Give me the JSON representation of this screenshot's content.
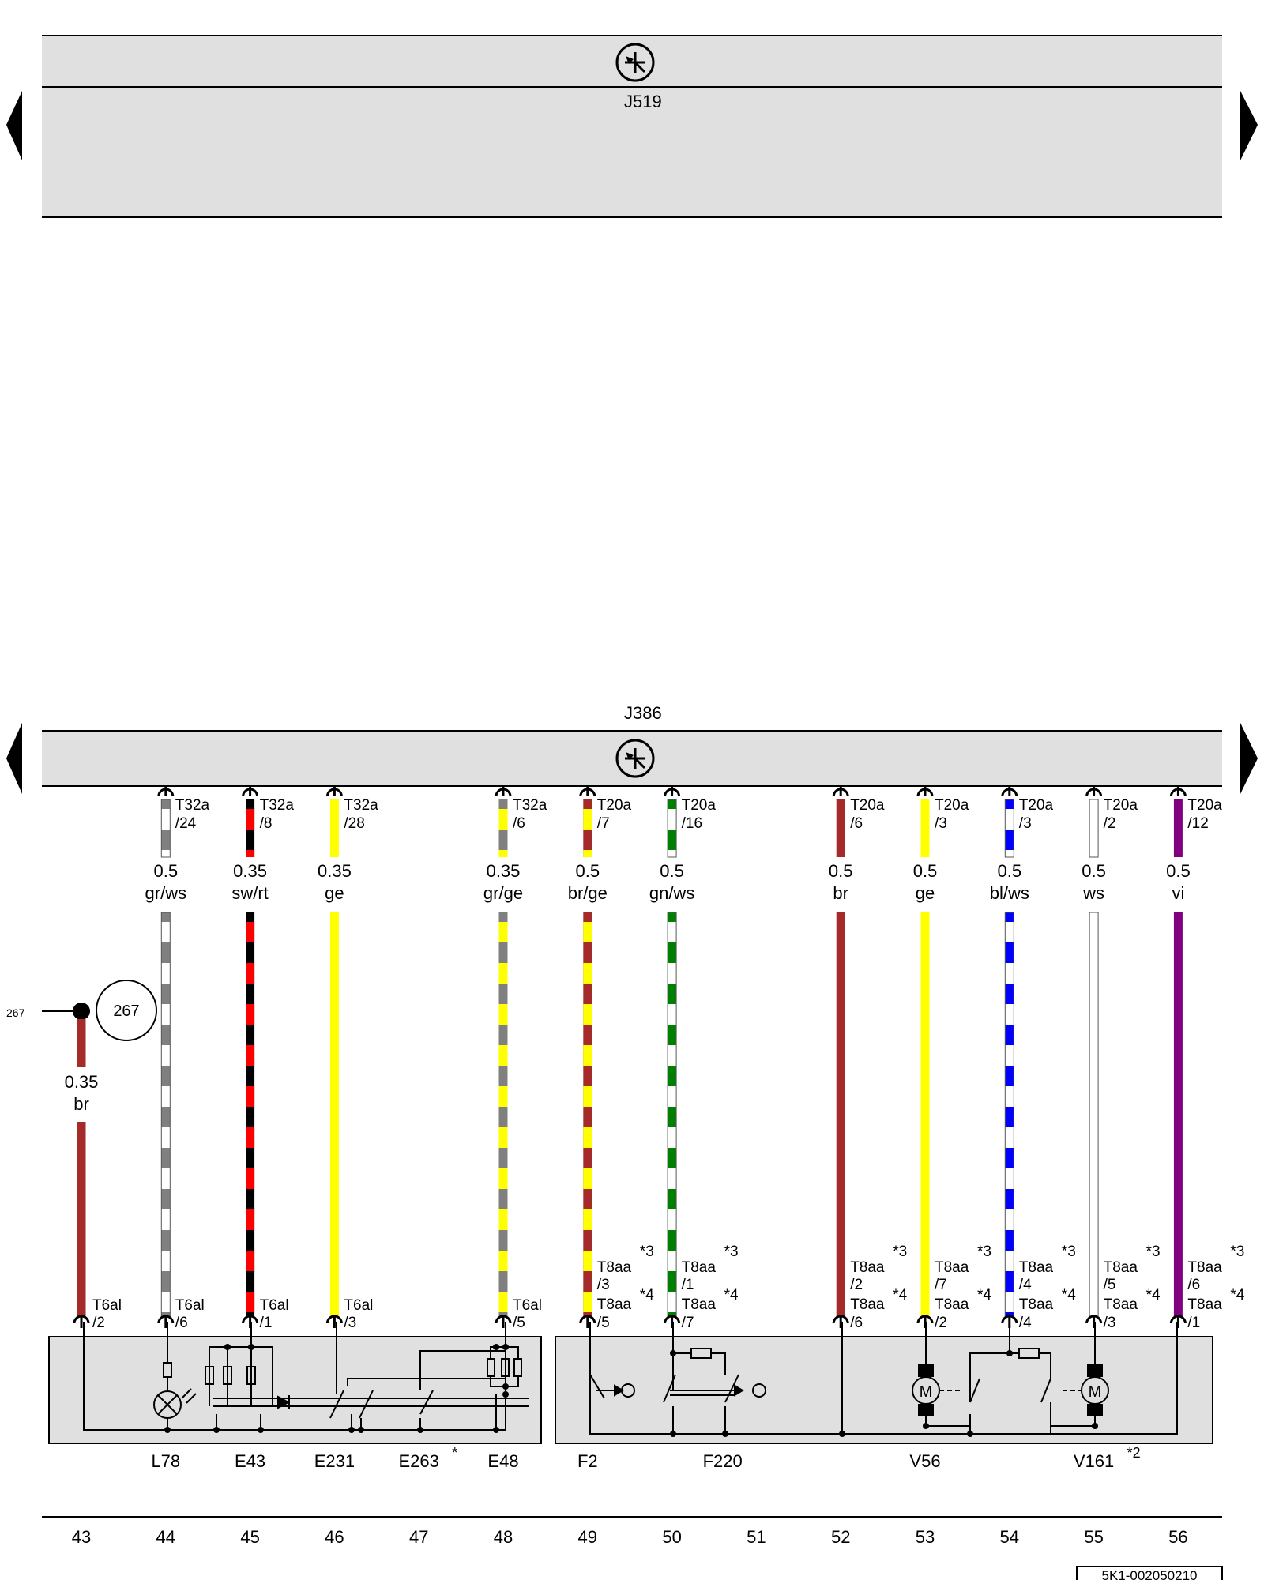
{
  "modules": {
    "top": {
      "label": "J519"
    },
    "mid": {
      "label": "J386"
    }
  },
  "reference": {
    "left_label": "267",
    "circle_label": "267",
    "size": "0.35",
    "color": "br",
    "pin": "T6al",
    "pin_num": "/2"
  },
  "wires": [
    {
      "col": 44,
      "conn": "T32a",
      "pin": "/24",
      "size": "0.5",
      "color": "gr/ws",
      "c1": "#808080",
      "c2": "#ffffff",
      "bot_conn": "T6al",
      "bot_pin": "/6"
    },
    {
      "col": 45,
      "conn": "T32a",
      "pin": "/8",
      "size": "0.35",
      "color": "sw/rt",
      "c1": "#000000",
      "c2": "#ff0000",
      "bot_conn": "T6al",
      "bot_pin": "/1"
    },
    {
      "col": 46,
      "conn": "T32a",
      "pin": "/28",
      "size": "0.35",
      "color": "ge",
      "c1": "#ffff00",
      "c2": "",
      "bot_conn": "T6al",
      "bot_pin": "/3"
    },
    {
      "col": 48,
      "conn": "T32a",
      "pin": "/6",
      "size": "0.35",
      "color": "gr/ge",
      "c1": "#808080",
      "c2": "#ffff00",
      "bot_conn": "T6al",
      "bot_pin": "/5"
    },
    {
      "col": 49,
      "conn": "T20a",
      "pin": "/7",
      "size": "0.5",
      "color": "br/ge",
      "c1": "#a52a2a",
      "c2": "#ffff00",
      "alt1_conn": "T8aa",
      "alt1_pin": "/3",
      "alt2_conn": "T8aa",
      "alt2_pin": "/5",
      "mark1": "*3",
      "mark2": "*4"
    },
    {
      "col": 50,
      "conn": "T20a",
      "pin": "/16",
      "size": "0.5",
      "color": "gn/ws",
      "c1": "#008000",
      "c2": "#ffffff",
      "alt1_conn": "T8aa",
      "alt1_pin": "/1",
      "alt2_conn": "T8aa",
      "alt2_pin": "/7",
      "mark1": "*3",
      "mark2": "*4"
    },
    {
      "col": 52,
      "conn": "T20a",
      "pin": "/6",
      "size": "0.5",
      "color": "br",
      "c1": "#a52a2a",
      "c2": "",
      "alt1_conn": "T8aa",
      "alt1_pin": "/2",
      "alt2_conn": "T8aa",
      "alt2_pin": "/6",
      "mark1": "*3",
      "mark2": "*4"
    },
    {
      "col": 53,
      "conn": "T20a",
      "pin": "/3",
      "size": "0.5",
      "color": "ge",
      "c1": "#ffff00",
      "c2": "",
      "alt1_conn": "T8aa",
      "alt1_pin": "/7",
      "alt2_conn": "T8aa",
      "alt2_pin": "/2",
      "mark1": "*3",
      "mark2": "*4"
    },
    {
      "col": 54,
      "conn": "T20a",
      "pin": "/3",
      "size": "0.5",
      "color": "bl/ws",
      "c1": "#0000ff",
      "c2": "#ffffff",
      "alt1_conn": "T8aa",
      "alt1_pin": "/4",
      "alt2_conn": "T8aa",
      "alt2_pin": "/4",
      "mark1": "*3",
      "mark2": "*4"
    },
    {
      "col": 55,
      "conn": "T20a",
      "pin": "/2",
      "size": "0.5",
      "color": "ws",
      "c1": "#ffffff",
      "c2": "",
      "alt1_conn": "T8aa",
      "alt1_pin": "/5",
      "alt2_conn": "T8aa",
      "alt2_pin": "/3",
      "mark1": "*3",
      "mark2": "*4"
    },
    {
      "col": 56,
      "conn": "T20a",
      "pin": "/12",
      "size": "0.5",
      "color": "vi",
      "c1": "#800080",
      "c2": "",
      "alt1_conn": "T8aa",
      "alt1_pin": "/6",
      "alt2_conn": "T8aa",
      "alt2_pin": "/1",
      "mark1": "*3",
      "mark2": "*4"
    }
  ],
  "components": [
    {
      "label": "L78",
      "col": 44
    },
    {
      "label": "E43",
      "col": 45
    },
    {
      "label": "E231",
      "col": 46
    },
    {
      "label": "E263",
      "col": 47,
      "mark": "*"
    },
    {
      "label": "E48",
      "col": 48
    },
    {
      "label": "F2",
      "col": 49
    },
    {
      "label": "F220",
      "col": 50.6
    },
    {
      "label": "V56",
      "col": 53
    },
    {
      "label": "V161",
      "col": 55,
      "mark": "*2"
    }
  ],
  "columns": [
    "43",
    "44",
    "45",
    "46",
    "47",
    "48",
    "49",
    "50",
    "51",
    "52",
    "53",
    "54",
    "55",
    "56"
  ],
  "doc_id": "5K1-002050210",
  "motor_symbol": "M",
  "colors": {
    "module_fill": "#e0e0e0",
    "line": "#000000"
  }
}
